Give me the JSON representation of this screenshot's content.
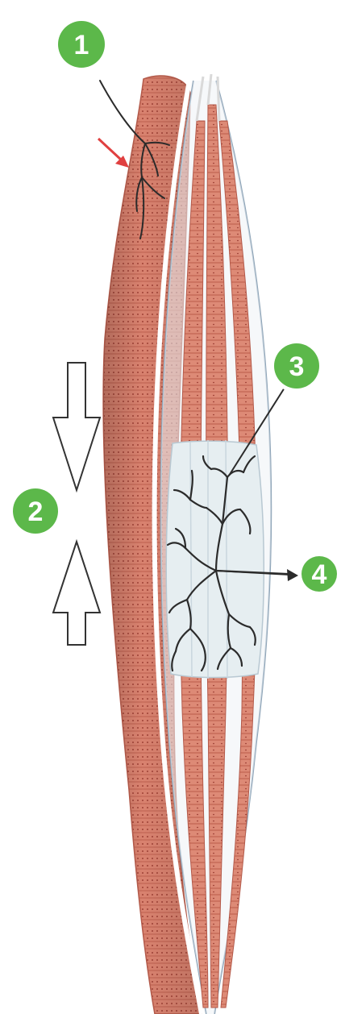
{
  "diagram": {
    "colors": {
      "muscle_fill": "#d9826f",
      "muscle_dark": "#b45a4a",
      "muscle_dots": "#8e2f26",
      "sheath": "#8fa5b8",
      "nerve_bg": "#e6eef1",
      "nerve_line": "#2b2b2b",
      "badge_green": "#5cb84a",
      "badge_ring": "#ffffff",
      "pointer_red": "#e04040",
      "arrow_outline": "#333333"
    },
    "callouts": [
      {
        "id": "callout-1",
        "label": "1"
      },
      {
        "id": "callout-2",
        "label": "2"
      },
      {
        "id": "callout-3",
        "label": "3"
      },
      {
        "id": "callout-4",
        "label": "4"
      }
    ]
  }
}
